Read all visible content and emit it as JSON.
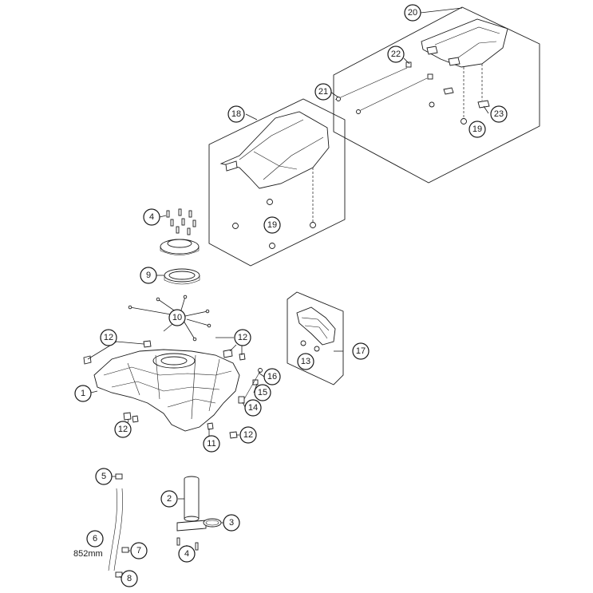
{
  "callouts": [
    {
      "id": "c20",
      "label": "20"
    },
    {
      "id": "c22",
      "label": "22"
    },
    {
      "id": "c21",
      "label": "21"
    },
    {
      "id": "c23",
      "label": "23"
    },
    {
      "id": "c19a",
      "label": "19"
    },
    {
      "id": "c18",
      "label": "18"
    },
    {
      "id": "c19b",
      "label": "19"
    },
    {
      "id": "c4a",
      "label": "4"
    },
    {
      "id": "c9",
      "label": "9"
    },
    {
      "id": "c10",
      "label": "10"
    },
    {
      "id": "c12a",
      "label": "12"
    },
    {
      "id": "c12b",
      "label": "12"
    },
    {
      "id": "c16",
      "label": "16"
    },
    {
      "id": "c17",
      "label": "17"
    },
    {
      "id": "c13",
      "label": "13"
    },
    {
      "id": "c15",
      "label": "15"
    },
    {
      "id": "c1",
      "label": "1"
    },
    {
      "id": "c14",
      "label": "14"
    },
    {
      "id": "c12c",
      "label": "12"
    },
    {
      "id": "c11",
      "label": "11"
    },
    {
      "id": "c12d",
      "label": "12"
    },
    {
      "id": "c5",
      "label": "5"
    },
    {
      "id": "c2",
      "label": "2"
    },
    {
      "id": "c3",
      "label": "3"
    },
    {
      "id": "c6",
      "label": "6"
    },
    {
      "id": "c7",
      "label": "7"
    },
    {
      "id": "c4b",
      "label": "4"
    },
    {
      "id": "c8",
      "label": "8"
    }
  ],
  "hose_length_label": "852mm"
}
